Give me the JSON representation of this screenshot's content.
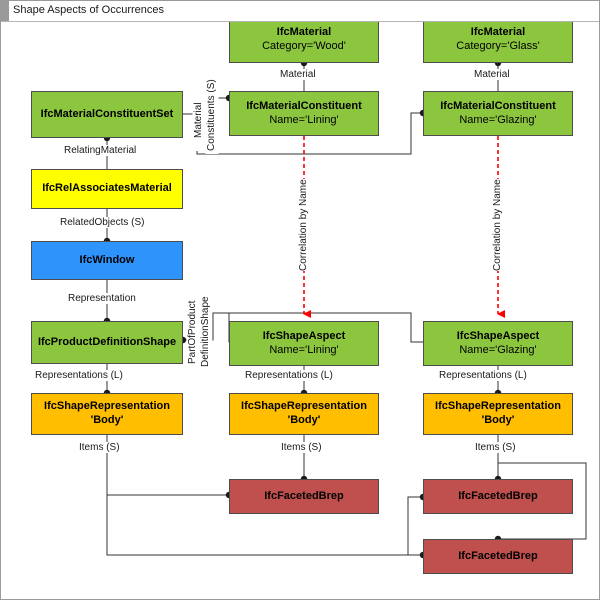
{
  "window": {
    "title": "Shape Aspects of Occurrences"
  },
  "palette": {
    "green": "#8cc63e",
    "yellow": "#ffff00",
    "blue": "#2e93fb",
    "orange": "#ffbf00",
    "red": "#c0504d",
    "line": "#333333",
    "correlation": "#ff0000"
  },
  "nodes": {
    "material_wood": {
      "title": "IfcMaterial",
      "sub": "Category='Wood'"
    },
    "material_glass": {
      "title": "IfcMaterial",
      "sub": "Category='Glass'"
    },
    "constituent_set": {
      "title": "IfcMaterialConstituentSet",
      "sub": ""
    },
    "constituent_lining": {
      "title": "IfcMaterialConstituent",
      "sub": "Name='Lining'"
    },
    "constituent_glazing": {
      "title": "IfcMaterialConstituent",
      "sub": "Name='Glazing'"
    },
    "rel_associates": {
      "title": "IfcRelAssociatesMaterial",
      "sub": ""
    },
    "window": {
      "title": "IfcWindow",
      "sub": ""
    },
    "product_def_shape": {
      "title": "IfcProductDefinitionShape",
      "sub": ""
    },
    "shape_aspect_lining": {
      "title": "IfcShapeAspect",
      "sub": "Name='Lining'"
    },
    "shape_aspect_glazing": {
      "title": "IfcShapeAspect",
      "sub": "Name='Glazing'"
    },
    "shape_rep_body_1": {
      "title": "IfcShapeRepresentation",
      "sub": "'Body'"
    },
    "shape_rep_body_2": {
      "title": "IfcShapeRepresentation",
      "sub": "'Body'"
    },
    "shape_rep_body_3": {
      "title": "IfcShapeRepresentation",
      "sub": "'Body'"
    },
    "faceted_brep_1": {
      "title": "IfcFacetedBrep",
      "sub": ""
    },
    "faceted_brep_2": {
      "title": "IfcFacetedBrep",
      "sub": ""
    },
    "faceted_brep_3": {
      "title": "IfcFacetedBrep",
      "sub": ""
    }
  },
  "edge_labels": {
    "material_wood_link": "Material",
    "material_glass_link": "Material",
    "material_constituents": "Material\nConstituents (S)",
    "material_constituents_l1": "Material",
    "material_constituents_l2": "Constituents (S)",
    "relating_material": "RelatingMaterial",
    "related_objects": "RelatedObjects (S)",
    "representation": "Representation",
    "part_of_product_l1": "PartOfProduct",
    "part_of_product_l2": "DefinitionShape",
    "representations_left": "Representations (L)",
    "representations_mid": "Representations (L)",
    "representations_right": "Representations (L)",
    "items_left": "Items (S)",
    "items_mid": "Items (S)",
    "items_right": "Items (S)",
    "correlation_lining": "Correlation by Name",
    "correlation_glazing": "Correlation by Name"
  }
}
